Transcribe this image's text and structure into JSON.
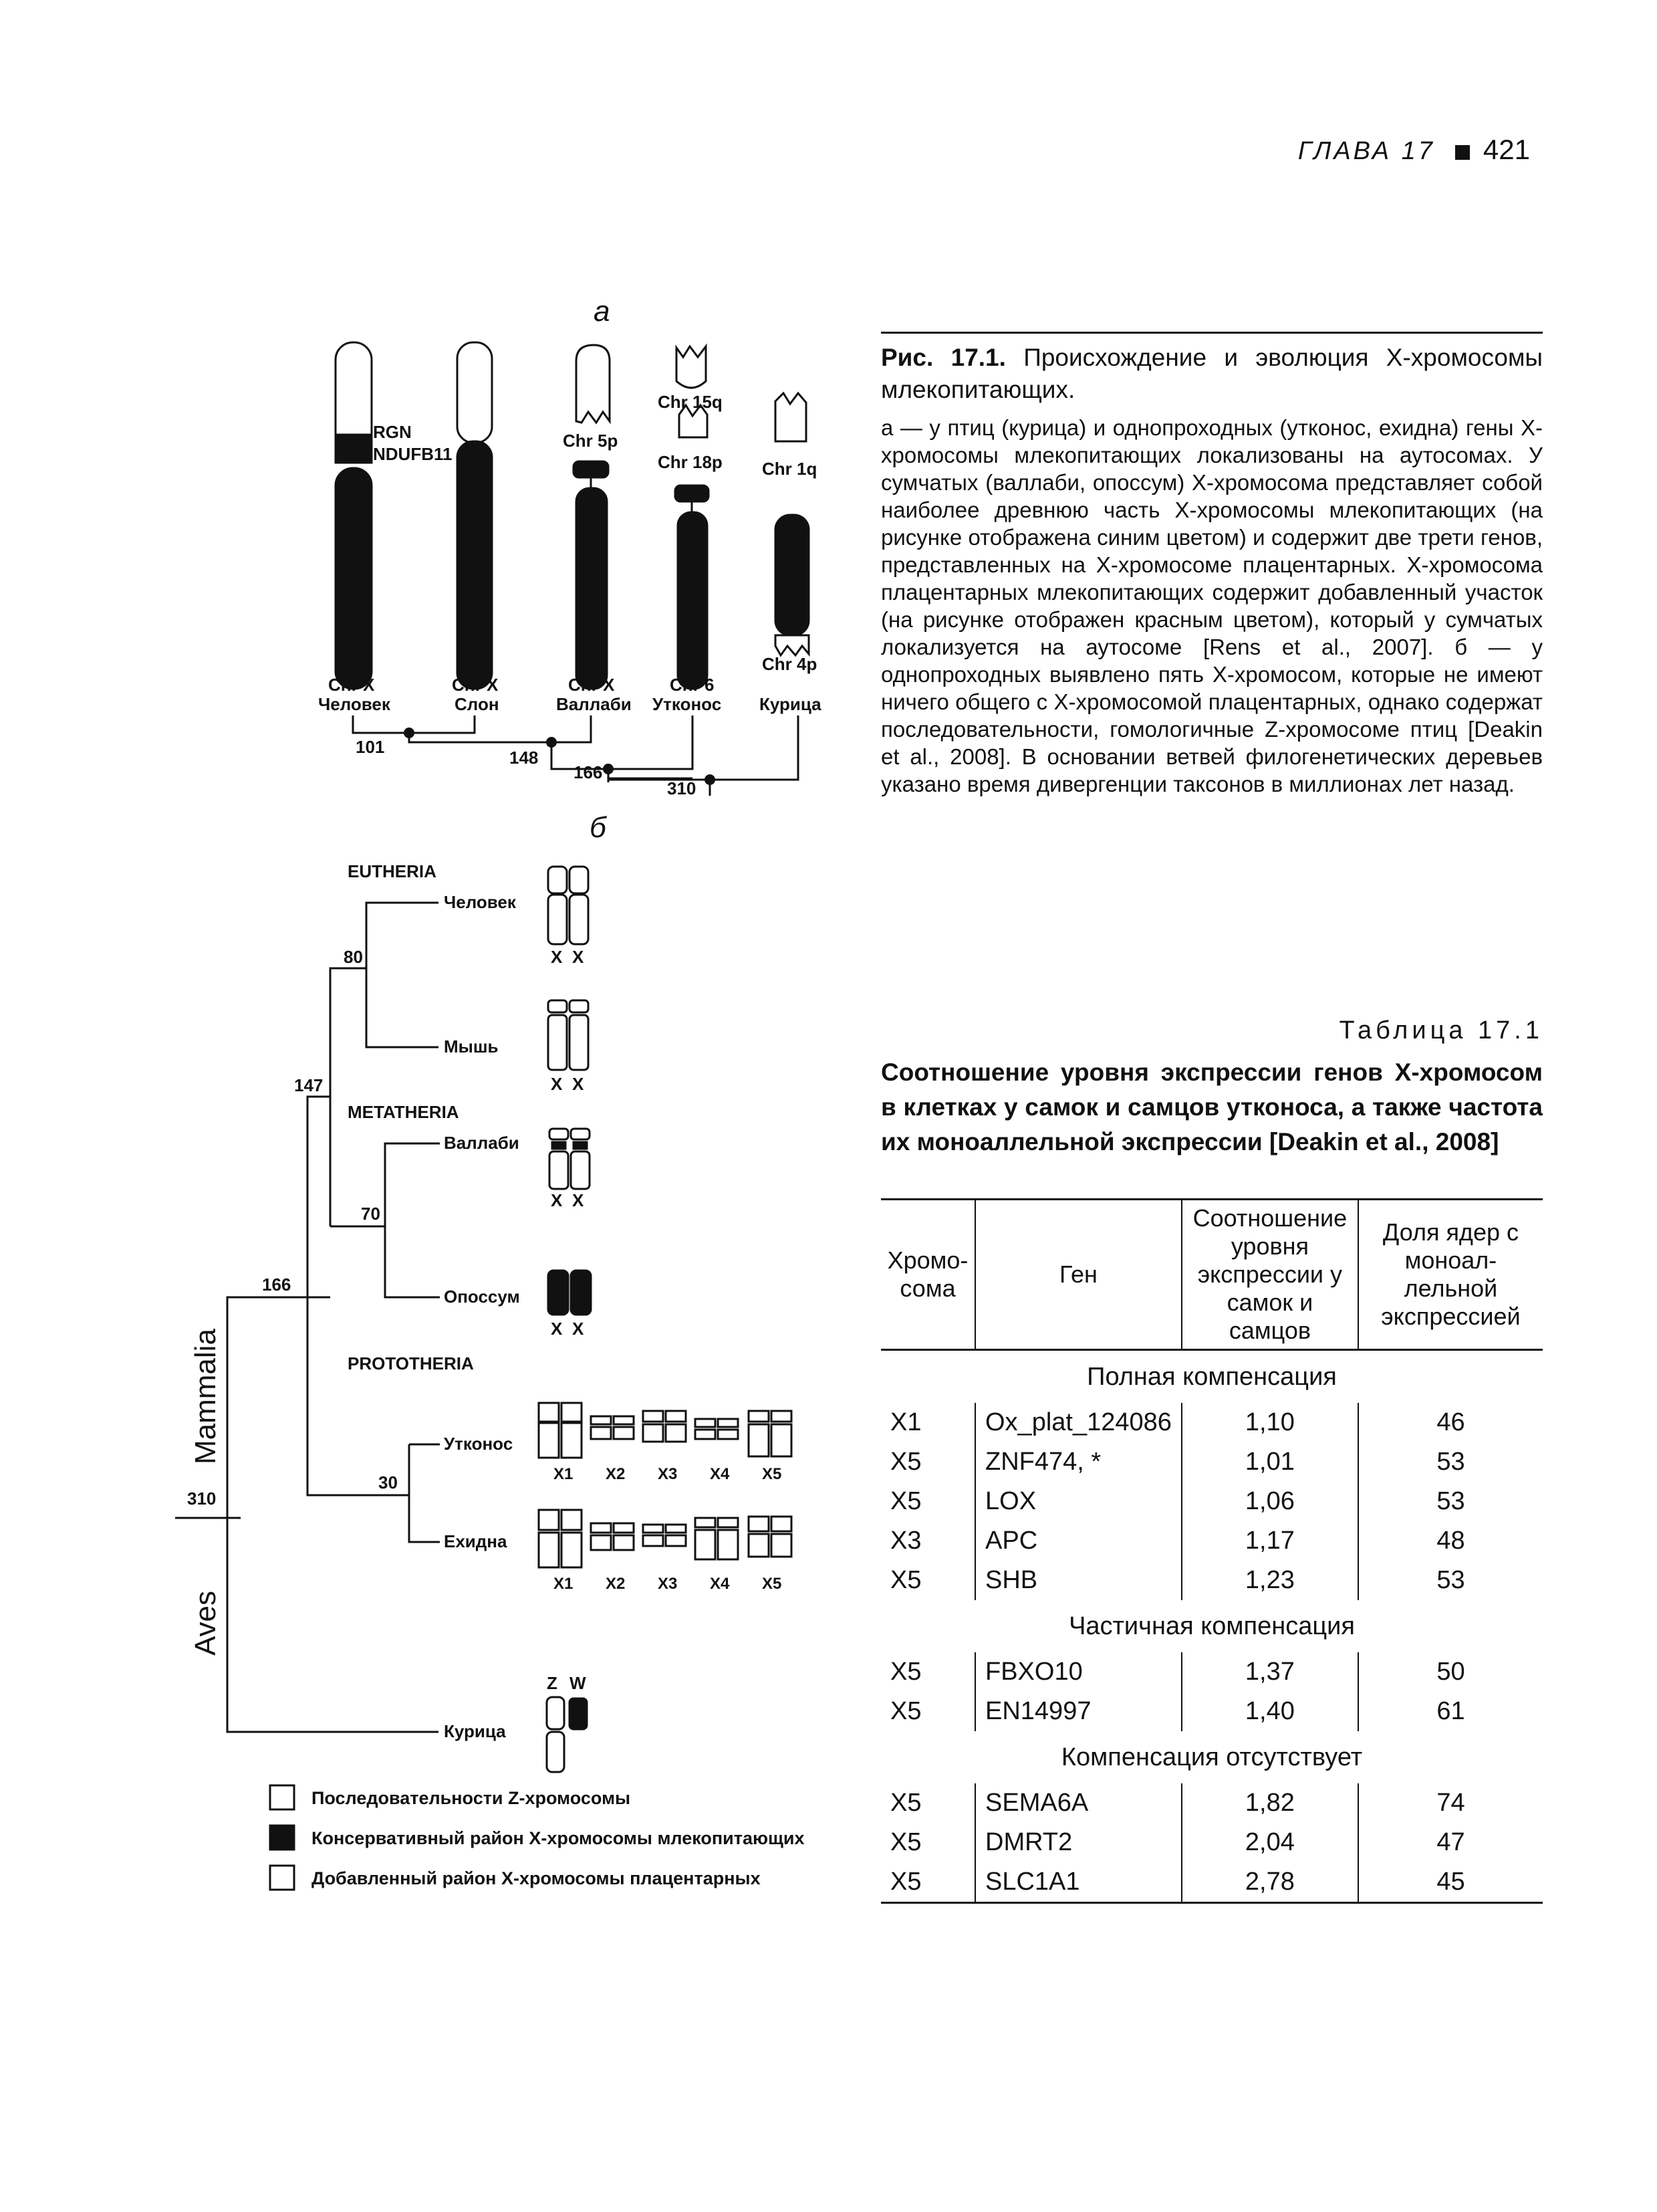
{
  "running_head": {
    "chapter": "ГЛАВА 17",
    "page": "421"
  },
  "figure": {
    "panel_a": {
      "label": "а",
      "chromosomes": [
        {
          "chr": "Chr X",
          "species": "Человек",
          "genes": [
            "RGN",
            "NDUFB11"
          ]
        },
        {
          "chr": "Chr X",
          "species": "Слон"
        },
        {
          "chr": "Chr X",
          "species": "Валлаби",
          "extra": "Chr 5p"
        },
        {
          "chr": "Chr 6",
          "species": "Утконос",
          "extra": [
            "Chr 15q",
            "Chr 18p"
          ]
        },
        {
          "chr": "Chr 4p",
          "species": "Курица",
          "extra": "Chr 1q"
        }
      ],
      "divergence": [
        "101",
        "148",
        "166",
        "310"
      ]
    },
    "panel_b": {
      "label": "б",
      "groups": [
        "EUTHERIA",
        "METATHERIA",
        "PROTOTHERIA"
      ],
      "species": [
        "Человек",
        "Мышь",
        "Валлаби",
        "Опоссум",
        "Утконос",
        "Ехидна",
        "Курица"
      ],
      "nodes": [
        "80",
        "147",
        "70",
        "166",
        "30",
        "310"
      ],
      "clades": [
        "Mammalia",
        "Aves"
      ],
      "x_label": "X",
      "x_sub": [
        "X1",
        "X2",
        "X3",
        "X4",
        "X5"
      ],
      "zw": [
        "Z",
        "W"
      ],
      "legend": [
        "Последовательности Z-хромосомы",
        "Консервативный район  X-хромосомы млекопитающих",
        "Добавленный район  X-хромосомы плацентарных"
      ]
    },
    "caption": {
      "label": "Рис. 17.1.",
      "title": "Происхождение и эволюция Х-хромосомы млекопитающих.",
      "body": "а — у птиц (курица) и однопроходных (утконос, ехидна) гены Х-хромосомы млекопитающих локализованы на аутосомах. У сумчатых (валлаби, опоссум) Х-хромосома представляет собой наиболее древнюю часть Х-хромосомы млекопитающих (на рисунке отображена синим цветом) и содержит две трети генов, представленных на Х-хромосоме плацентарных. Х-хромосома плацентарных млекопитающих содержит добавленный участок (на рисунке отображен красным цветом), который у сумчатых локализуется на аутосоме [Rens et al., 2007]. б — у однопроходных выявлено пять Х-хромосом, которые не имеют ничего общего с Х-хромосомой плацентарных, однако содержат последовательности, гомологичные Z-хромосоме птиц [Deakin et al., 2008]. В основании ветвей филогенетических деревьев указано время дивергенции таксонов в миллионах лет назад."
    }
  },
  "table": {
    "number": "Таблица 17.1",
    "title": "Соотношение уровня экспрессии генов Х-хромосом в клетках у самок и самцов утконоса, а также частота их моноаллельной экспрессии [Deakin et al., 2008]",
    "headers": [
      "Хромо-сома",
      "Ген",
      "Соотношение уровня экспрессии у самок и самцов",
      "Доля ядер с моноал-лельной экспрессией"
    ],
    "sections": [
      {
        "title": "Полная компенсация",
        "rows": [
          [
            "X1",
            "Ox_plat_124086",
            "1,10",
            "46"
          ],
          [
            "X5",
            "ZNF474, *",
            "1,01",
            "53"
          ],
          [
            "X5",
            "LOX",
            "1,06",
            "53"
          ],
          [
            "X3",
            "APC",
            "1,17",
            "48"
          ],
          [
            "X5",
            "SHB",
            "1,23",
            "53"
          ]
        ]
      },
      {
        "title": "Частичная компенсация",
        "rows": [
          [
            "X5",
            "FBXO10",
            "1,37",
            "50"
          ],
          [
            "X5",
            "EN14997",
            "1,40",
            "61"
          ]
        ]
      },
      {
        "title": "Компенсация отсутствует",
        "rows": [
          [
            "X5",
            "SEMA6A",
            "1,82",
            "74"
          ],
          [
            "X5",
            "DMRT2",
            "2,04",
            "47"
          ],
          [
            "X5",
            "SLC1A1",
            "2,78",
            "45"
          ]
        ]
      }
    ]
  }
}
